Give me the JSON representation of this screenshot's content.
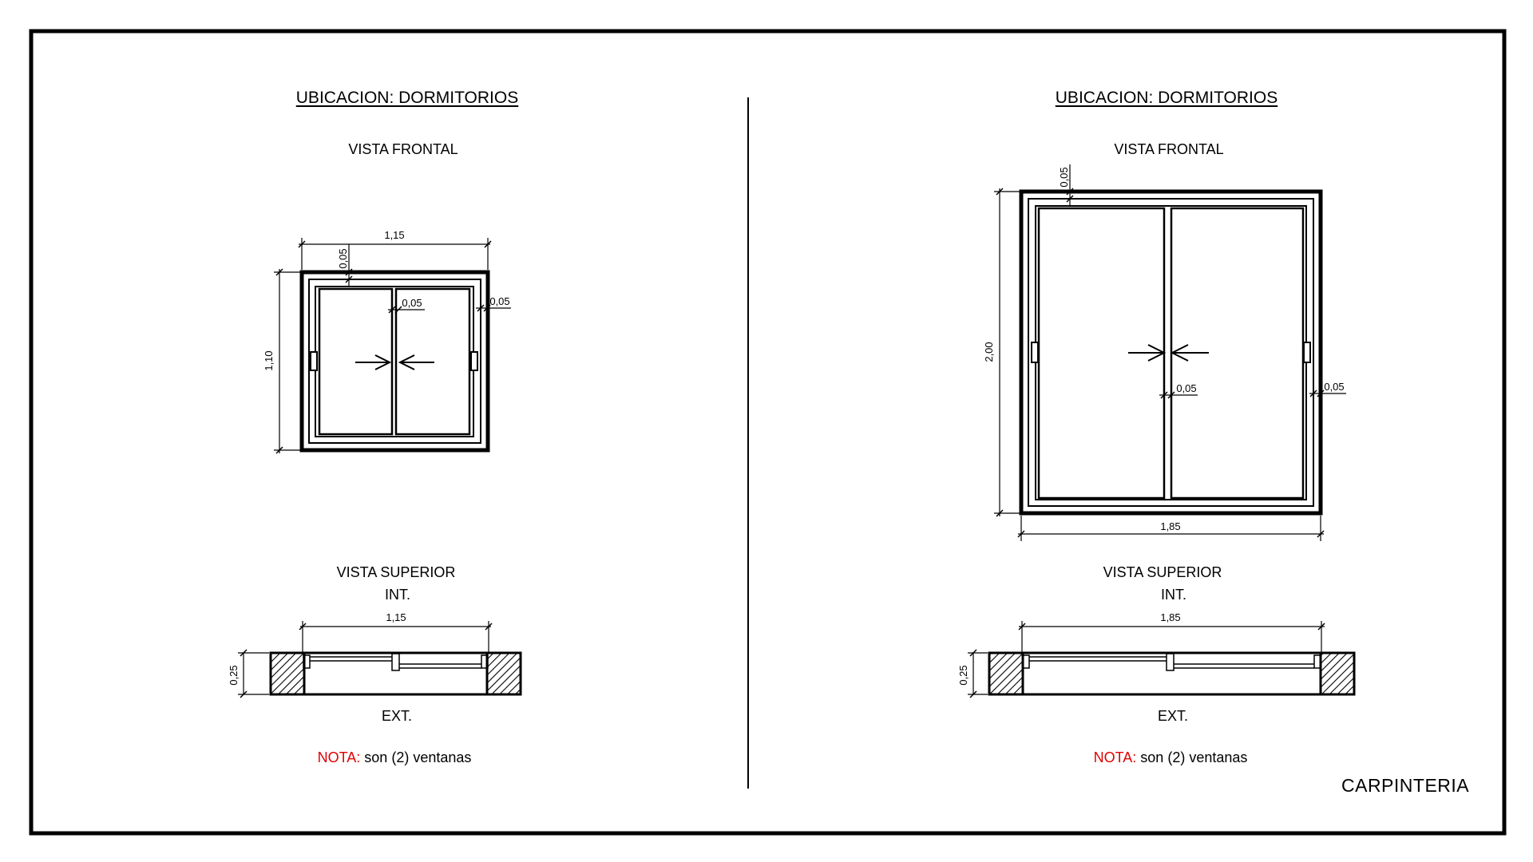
{
  "footer_label": "CARPINTERIA",
  "panels": [
    {
      "title": "UBICACION: DORMITORIOS",
      "front_label": "VISTA FRONTAL",
      "top_label": "VISTA SUPERIOR",
      "int_label": "INT.",
      "ext_label": "EXT.",
      "note_prefix": "NOTA:",
      "note_text": " son (2) ventanas",
      "dims": {
        "width": "1,15",
        "height": "1,10",
        "frame_top": "0,05",
        "mullion": "0,05",
        "frame_side": "0,05",
        "plan_width": "1,15",
        "plan_depth": "0,25"
      }
    },
    {
      "title": "UBICACION: DORMITORIOS",
      "front_label": "VISTA FRONTAL",
      "top_label": "VISTA SUPERIOR",
      "int_label": "INT.",
      "ext_label": "EXT.",
      "note_prefix": "NOTA:",
      "note_text": " son (2) ventanas",
      "dims": {
        "width": "1,85",
        "height": "2,00",
        "frame_top": "0,05",
        "mullion": "0,05",
        "frame_side": "0,05",
        "plan_width": "1,85",
        "plan_depth": "0,25"
      }
    }
  ],
  "colors": {
    "ink": "#000000",
    "note_accent": "#e00000"
  }
}
